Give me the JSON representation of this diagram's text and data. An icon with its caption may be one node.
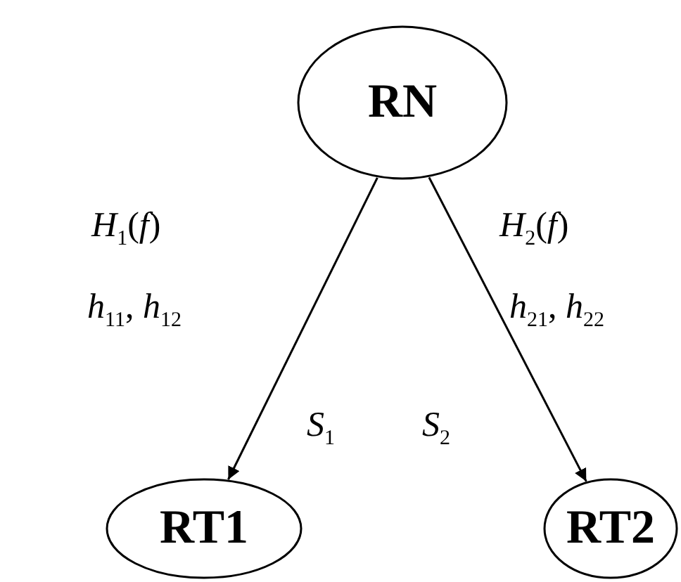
{
  "diagram": {
    "nodes": [
      {
        "text": [
          "RN"
        ]
      },
      {
        "text": [
          "RT1"
        ]
      },
      {
        "text": [
          "RT2"
        ]
      }
    ],
    "edges": [
      {
        "from": 0,
        "to": 1,
        "arrow": "to"
      },
      {
        "from": 0,
        "to": 2,
        "arrow": "to"
      }
    ],
    "labels": [
      "*H*$_{1}$(*f*)",
      "*H*$_{2}$(*f*)",
      "*h*$_{11}$, *h*$_{12}$",
      "*h*$_{21}$, *h*$_{22}$",
      "*S*$_{1}$",
      "*S*$_{2}$"
    ]
  }
}
